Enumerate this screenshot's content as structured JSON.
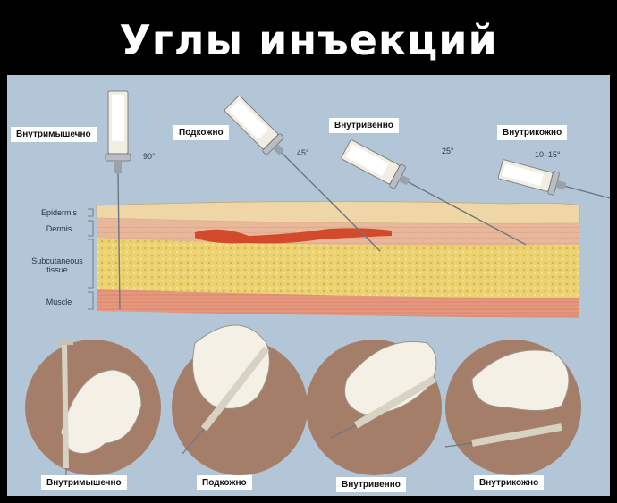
{
  "title": "Углы инъекций",
  "techniques": [
    {
      "label": "Внутримышечно",
      "angle": "90°"
    },
    {
      "label": "Подкожно",
      "angle": "45°"
    },
    {
      "label": "Внутривенно",
      "angle": "25°"
    },
    {
      "label": "Внутрикожно",
      "angle": "10–15°"
    }
  ],
  "layers": {
    "epidermis": "Epidermis",
    "dermis": "Dermis",
    "subcutaneous": "Subcutaneous tissue",
    "muscle": "Muscle"
  },
  "bottom_labels": [
    "Внутримышечно",
    "Подкожно",
    "Внутривенно",
    "Внутрикожно"
  ],
  "colors": {
    "background": "#b3c6d8",
    "epidermis": "#efd6a6",
    "dermis": "#e9b79a",
    "subcutaneous": "#ecd271",
    "muscle": "#e6987f",
    "vein": "#d24a2a",
    "circle": "#a57e6a"
  }
}
